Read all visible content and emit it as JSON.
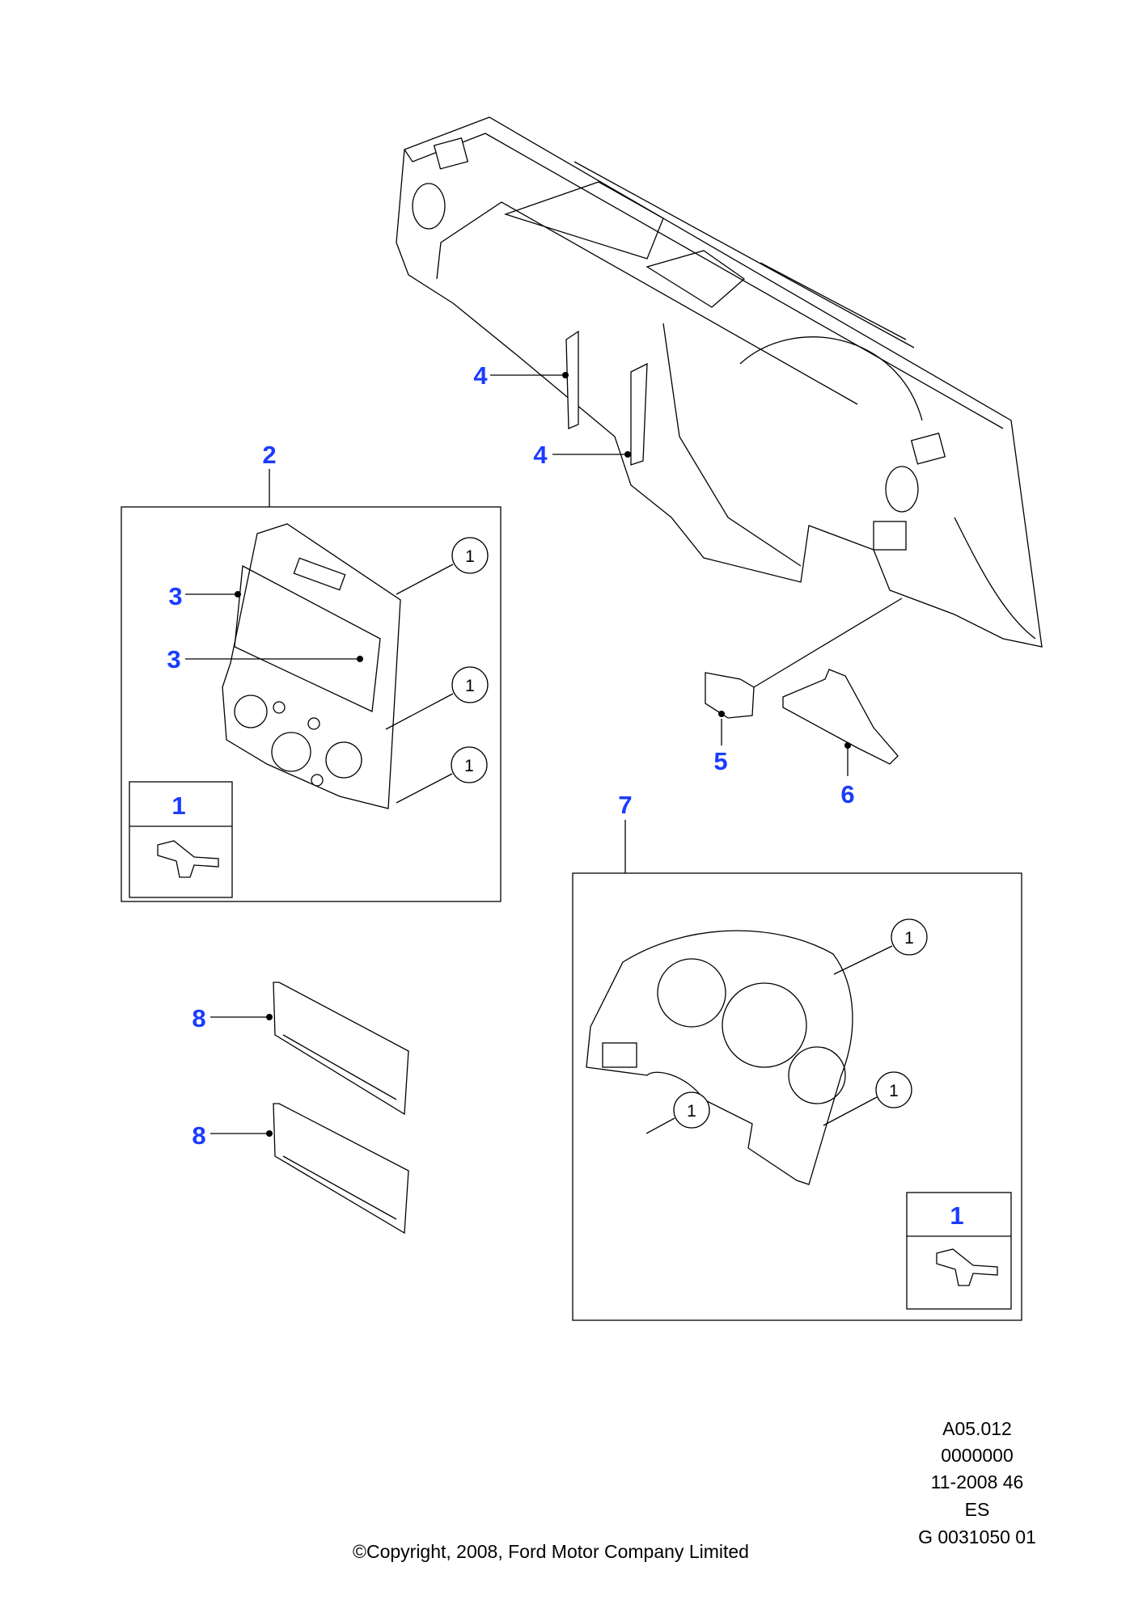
{
  "callouts": {
    "dash_trim_left": "4",
    "dash_trim_right": "4",
    "center_bezel": "2",
    "bezel_clip_upper": "3",
    "bezel_clip_lower": "3",
    "bezel_clip_box": "1",
    "switch_bracket": "5",
    "lower_trim": "6",
    "cluster_bezel": "7",
    "blank_cover_upper": "8",
    "blank_cover_lower": "8",
    "cluster_clip_box": "1",
    "circled_clip": "1"
  },
  "info_block": [
    "A05.012",
    "0000000",
    "11-2008 46",
    "ES",
    "G 0031050 01"
  ],
  "copyright": "©Copyright, 2008, Ford Motor Company Limited",
  "colors": {
    "callout": "#1a3cff",
    "line": "#000000"
  }
}
